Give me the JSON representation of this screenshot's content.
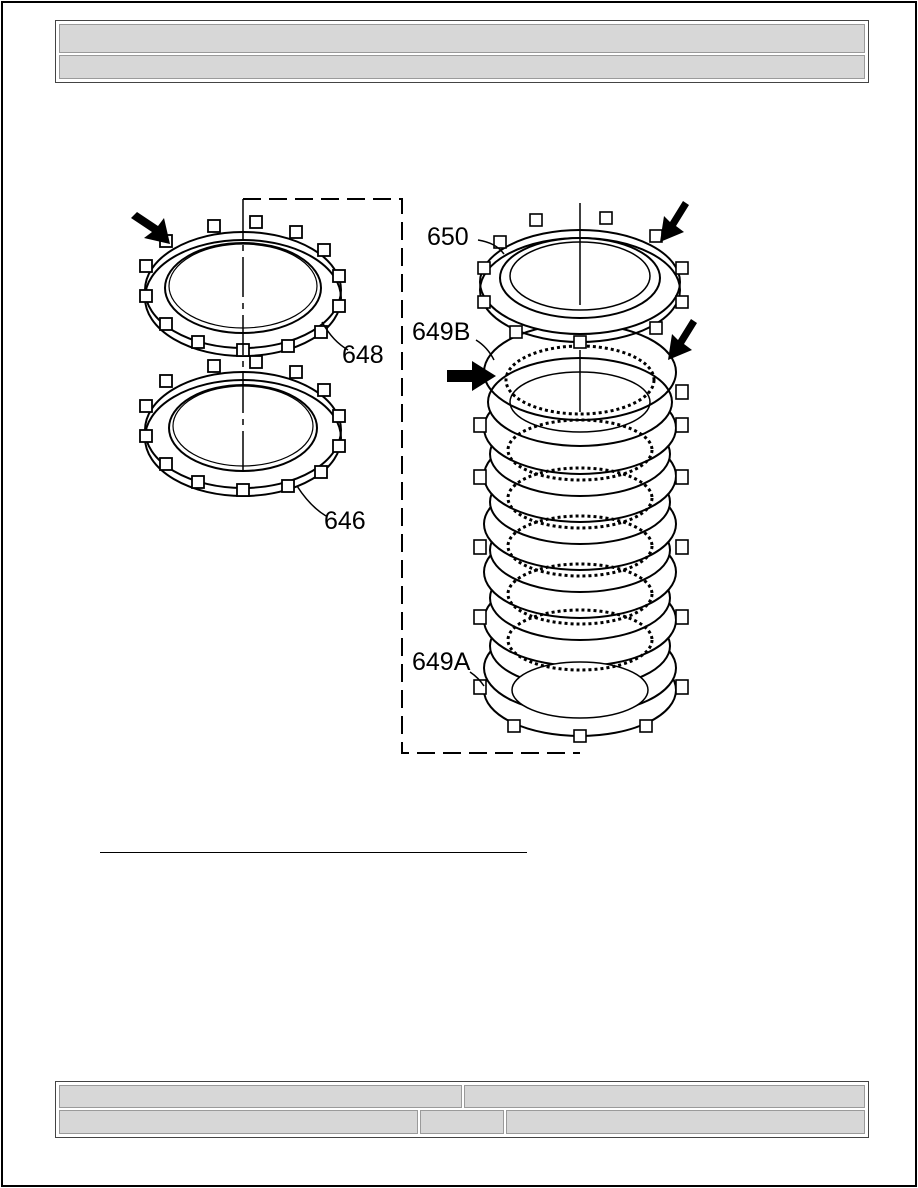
{
  "header": {
    "row1": "",
    "row2": ""
  },
  "figure": {
    "labels": {
      "l648": "648",
      "l646": "646",
      "l650": "650",
      "l649b": "649B",
      "l649a": "649A"
    }
  },
  "footer": {
    "c1": "",
    "c2": "",
    "c3": "",
    "c4": "",
    "c5": ""
  }
}
